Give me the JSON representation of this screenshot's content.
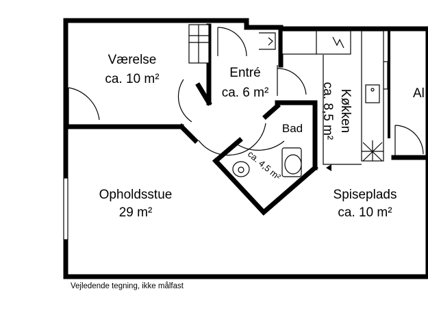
{
  "rooms": {
    "vaerelse": {
      "name": "Værelse",
      "area": "ca. 10 m²"
    },
    "entre": {
      "name": "Entré",
      "area": "ca. 6 m²"
    },
    "koekken": {
      "name": "Køkken",
      "area": "ca. 8,5 m²"
    },
    "bad": {
      "name": "Bad",
      "area": "ca. 4,5 m²"
    },
    "opholdsstue": {
      "name": "Opholdsstue",
      "area": "29 m²"
    },
    "spiseplads": {
      "name": "Spiseplads",
      "area": "ca. 10 m²"
    },
    "cut_label": "Al"
  },
  "footer_note": "Vejledende tegning, ikke målfast",
  "colors": {
    "wall": "#000000",
    "background": "#ffffff"
  }
}
